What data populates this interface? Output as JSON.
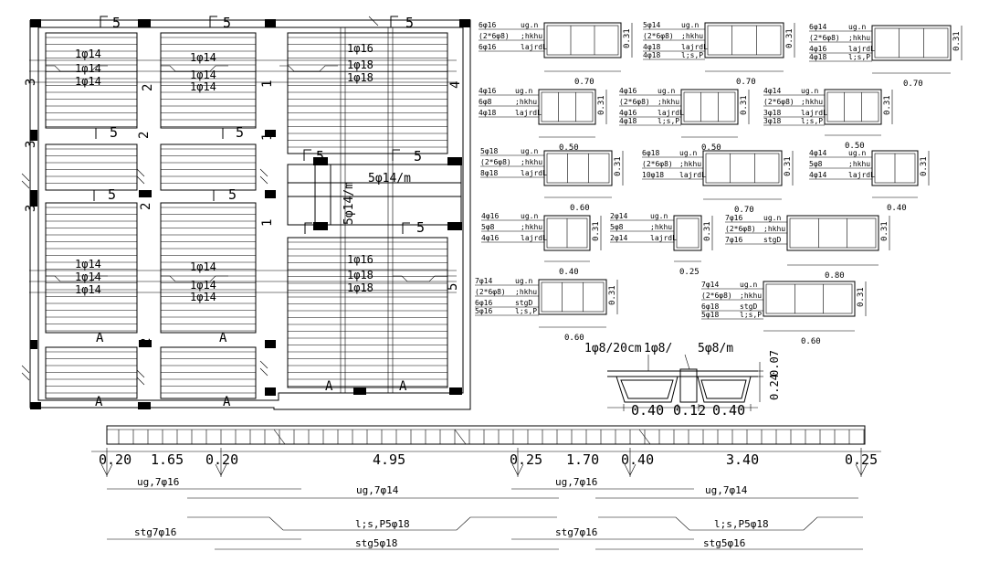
{
  "plan": {
    "section_marks": [
      "5",
      "5",
      "5",
      "5",
      "5",
      "5",
      "5",
      "5",
      "5",
      "5"
    ],
    "side_marks": [
      "3",
      "2",
      "1",
      "4",
      "3",
      "2",
      "1",
      "2",
      "3",
      "2",
      "1",
      "5"
    ],
    "axis_labels": [
      "A",
      "A",
      "A",
      "A",
      "A",
      "A"
    ],
    "rebar_top_left": [
      "1φ14",
      "1φ14",
      "1φ14"
    ],
    "rebar_top_mid": [
      "1φ14",
      "1φ14",
      "1φ14"
    ],
    "rebar_top_right": [
      "1φ16",
      "1φ18",
      "1φ18"
    ],
    "rebar_bot_left": [
      "1φ14",
      "1φ14",
      "1φ14"
    ],
    "rebar_bot_mid": [
      "1φ14",
      "1φ14",
      "1φ14"
    ],
    "rebar_bot_right": [
      "1φ16",
      "1φ18",
      "1φ18"
    ],
    "slab_note_h": "5φ14/m",
    "slab_note_v": "5φ14/m"
  },
  "sections": [
    {
      "top": "6φ16",
      "mid": "(2*6φ8)",
      "bot": "6φ16",
      "tag1": "ug.n",
      "tag2": ";hkhu",
      "tag3": "lajrdL",
      "width": "0.70",
      "height": "0.31"
    },
    {
      "top": "5φ14",
      "mid": "(2*6φ8)",
      "bot": "4φ18",
      "bot2": "4φ18",
      "tag1": "ug.n",
      "tag2": ";hkhu",
      "tag3": "lajrdL",
      "tag4": "l;s,P",
      "width": "0.70",
      "height": "0.31"
    },
    {
      "top": "6φ14",
      "mid": "(2*6φ8)",
      "bot": "4φ16",
      "bot2": "4φ18",
      "tag1": "ug.n",
      "tag2": ";hkhu",
      "tag3": "lajrdL",
      "tag4": "l;s,P",
      "width": "0.70",
      "height": "0.31"
    },
    {
      "top": "4φ16",
      "mid": "6φ8",
      "bot": "4φ18",
      "tag1": "ug.n",
      "tag2": ";hkhu",
      "tag3": "lajrdL",
      "width": "0.50",
      "height": "0.31"
    },
    {
      "top": "4φ16",
      "mid": "(2*6φ8)",
      "bot": "4φ16",
      "bot2": "4φ18",
      "tag1": "ug.n",
      "tag2": ";hkhu",
      "tag3": "lajrdL",
      "tag4": "l;s,P",
      "width": "0.50",
      "height": "0.31"
    },
    {
      "top": "4φ14",
      "mid": "(2*6φ8)",
      "bot": "3φ18",
      "bot2": "3φ18",
      "tag1": "ug.n",
      "tag2": ";hkhu",
      "tag3": "lajrdL",
      "tag4": "l;s,P",
      "width": "0.50",
      "height": "0.31"
    },
    {
      "top": "5φ18",
      "mid": "(2*6φ8)",
      "bot": "8φ18",
      "tag1": "ug.n",
      "tag2": ";hkhu",
      "tag3": "lajrdL",
      "width": "0.60",
      "height": "0.31"
    },
    {
      "top": "6φ18",
      "mid": "(2*6φ8)",
      "bot": "10φ18",
      "tag1": "ug.n",
      "tag2": ";hkhu",
      "tag3": "lajrdL",
      "width": "0.70",
      "height": "0.31"
    },
    {
      "top": "4φ14",
      "mid": "5φ8",
      "bot": "4φ14",
      "tag1": "ug.n",
      "tag2": ";hkhu",
      "tag3": "lajrdL",
      "width": "0.40",
      "height": "0.31"
    },
    {
      "top": "4φ16",
      "mid": "5φ8",
      "bot": "4φ16",
      "tag1": "ug.n",
      "tag2": ";hkhu",
      "tag3": "lajrdL",
      "width": "0.40",
      "height": "0.31"
    },
    {
      "top": "2φ14",
      "mid": "5φ8",
      "bot": "2φ14",
      "tag1": "ug.n",
      "tag2": ";hkhu",
      "tag3": "lajrdL",
      "width": "0.25",
      "height": "0.31"
    },
    {
      "top": "7φ16",
      "mid": "(2*6φ8)",
      "bot": "7φ16",
      "tag1": "ug.n",
      "tag2": ";hkhu",
      "tag3": "stgD",
      "width": "0.80",
      "height": "0.31"
    },
    {
      "top": "7φ14",
      "mid": "(2*6φ8)",
      "bot": "6φ16",
      "bot2": "5φ16",
      "tag1": "ug.n",
      "tag2": ";hkhu",
      "tag3": "stgD",
      "tag4": "l;s,P",
      "width": "0.60",
      "height": "0.31"
    },
    {
      "top": "7φ14",
      "mid": "(2*6φ8)",
      "bot": "6φ18",
      "bot2": "5φ18",
      "tag1": "ug.n",
      "tag2": ";hkhu",
      "tag3": "stgD",
      "tag4": "l;s,P",
      "width": "0.60",
      "height": "0.31"
    }
  ],
  "slab_detail": {
    "label1": "1φ8/20cm",
    "label2": "1φ8/",
    "label3": "5φ8/m",
    "dims": [
      "0.40",
      "0.12",
      "0.40"
    ],
    "h1": "0.07",
    "h2": "0.24"
  },
  "beam": {
    "spans": [
      "0.20",
      "1.65",
      "0.20",
      "4.95",
      "0.25",
      "1.70",
      "0.40",
      "3.40",
      "0.25"
    ],
    "bars": [
      "ug,7φ16",
      "ug,7φ14",
      "ug,7φ16",
      "ug,7φ14",
      "l;s,P5φ18",
      "l;s,P5φ18",
      "stg7φ16",
      "stg7φ16",
      "stg5φ18",
      "stg5φ16"
    ]
  }
}
